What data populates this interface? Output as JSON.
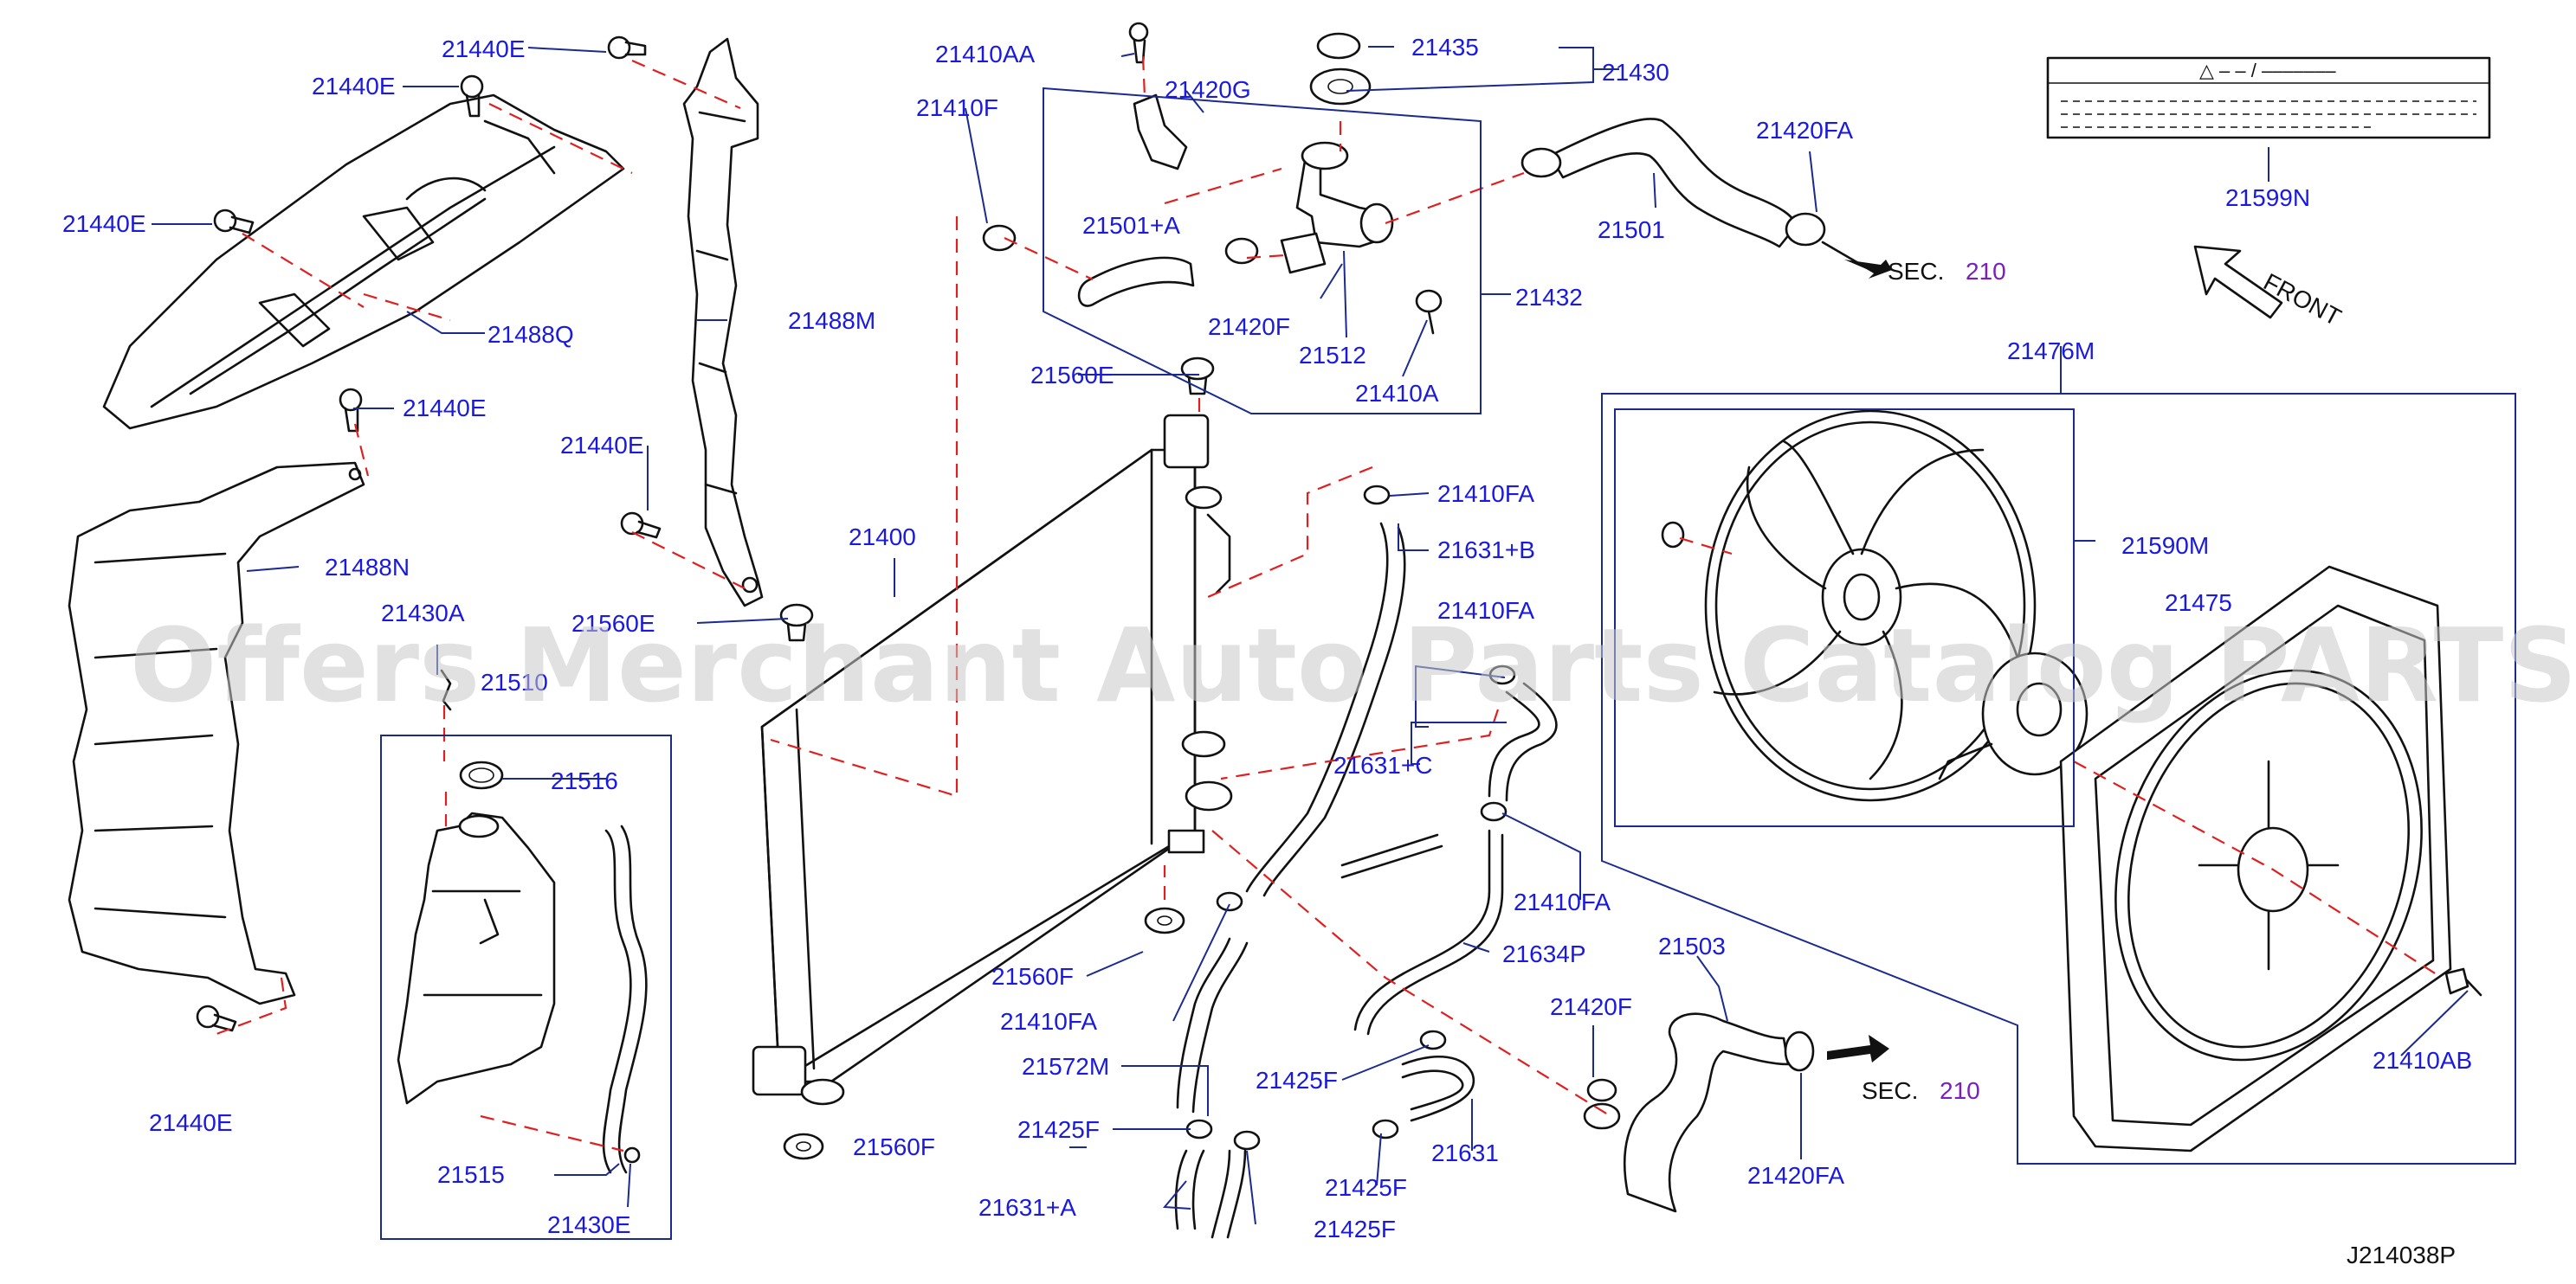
{
  "labels": {
    "p21440E_a": "21440E",
    "p21440E_b": "21440E",
    "p21440E_c": "21440E",
    "p21440E_d": "21440E",
    "p21440E_e": "21440E",
    "p21440E_f": "21440E",
    "p21488Q": "21488Q",
    "p21488M": "21488M",
    "p21488N": "21488N",
    "p21430A": "21430A",
    "p21510": "21510",
    "p21516": "21516",
    "p21515": "21515",
    "p21430E": "21430E",
    "p21410AA": "21410AA",
    "p21420G": "21420G",
    "p21410F": "21410F",
    "p21501A": "21501+A",
    "p21420F_a": "21420F",
    "p21512": "21512",
    "p21410A": "21410A",
    "p21432": "21432",
    "p21435": "21435",
    "p21430": "21430",
    "p21420FA_a": "21420FA",
    "p21501": "21501",
    "sec_a": "SEC.",
    "sec_a_num": "210",
    "p21560E_a": "21560E",
    "p21560E_b": "21560E",
    "p21400": "21400",
    "p21410FA_a": "21410FA",
    "p21631B": "21631+B",
    "p21410FA_b": "21410FA",
    "p21631C": "21631+C",
    "p21410FA_c": "21410FA",
    "p21634P": "21634P",
    "p21560F_a": "21560F",
    "p21410FA_d": "21410FA",
    "p21572M": "21572M",
    "p21425F_a": "21425F",
    "p21425F_b": "21425F",
    "p21425F_c": "21425F",
    "p21425F_d": "21425F",
    "p21631A": "21631+A",
    "p21631": "21631",
    "p21560F_b": "21560F",
    "p21503": "21503",
    "p21420F_b": "21420F",
    "p21420FA_b": "21420FA",
    "sec_b": "SEC.",
    "sec_b_num": "210",
    "p21476M": "21476M",
    "p21590M": "21590M",
    "p21475": "21475",
    "p21410AB": "21410AB",
    "p21599N": "21599N",
    "front": "FRONT",
    "label_plate_line": "△ – – / –––––––",
    "diagram_id": "J214038P"
  },
  "watermark": "Offers Merchant Auto Parts Catalog PARTSTORE.SA",
  "colors": {
    "label": "#1a1adf",
    "leader": "#1a2a8f",
    "dashed_guide": "#e02020",
    "part_line": "#111111",
    "watermark": "#c8c8c8"
  }
}
